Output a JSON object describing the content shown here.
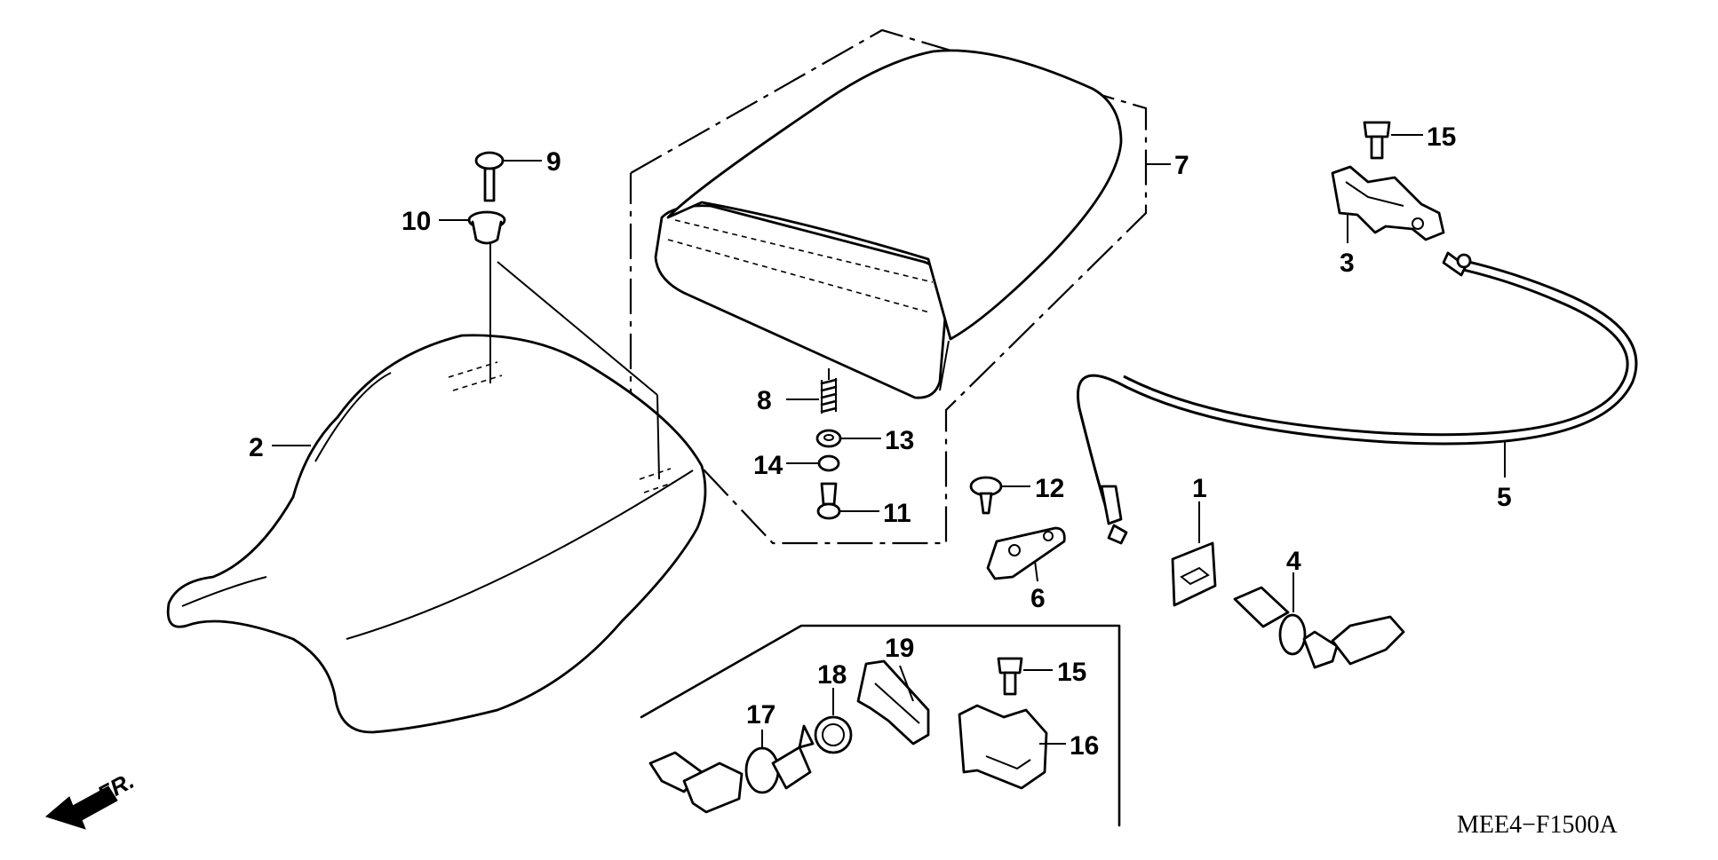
{
  "diagram": {
    "parts": [
      {
        "id": "part-1",
        "label": "1"
      },
      {
        "id": "part-2",
        "label": "2"
      },
      {
        "id": "part-3",
        "label": "3"
      },
      {
        "id": "part-4",
        "label": "4"
      },
      {
        "id": "part-5",
        "label": "5"
      },
      {
        "id": "part-6",
        "label": "6"
      },
      {
        "id": "part-7",
        "label": "7"
      },
      {
        "id": "part-8",
        "label": "8"
      },
      {
        "id": "part-9",
        "label": "9"
      },
      {
        "id": "part-10",
        "label": "10"
      },
      {
        "id": "part-11",
        "label": "11"
      },
      {
        "id": "part-12",
        "label": "12"
      },
      {
        "id": "part-13",
        "label": "13"
      },
      {
        "id": "part-14",
        "label": "14"
      },
      {
        "id": "part-15a",
        "label": "15"
      },
      {
        "id": "part-15b",
        "label": "15"
      },
      {
        "id": "part-16",
        "label": "16"
      },
      {
        "id": "part-17",
        "label": "17"
      },
      {
        "id": "part-18",
        "label": "18"
      },
      {
        "id": "part-19",
        "label": "19"
      }
    ],
    "front_indicator": "FR.",
    "diagram_code": "MEE4−F1500A"
  }
}
